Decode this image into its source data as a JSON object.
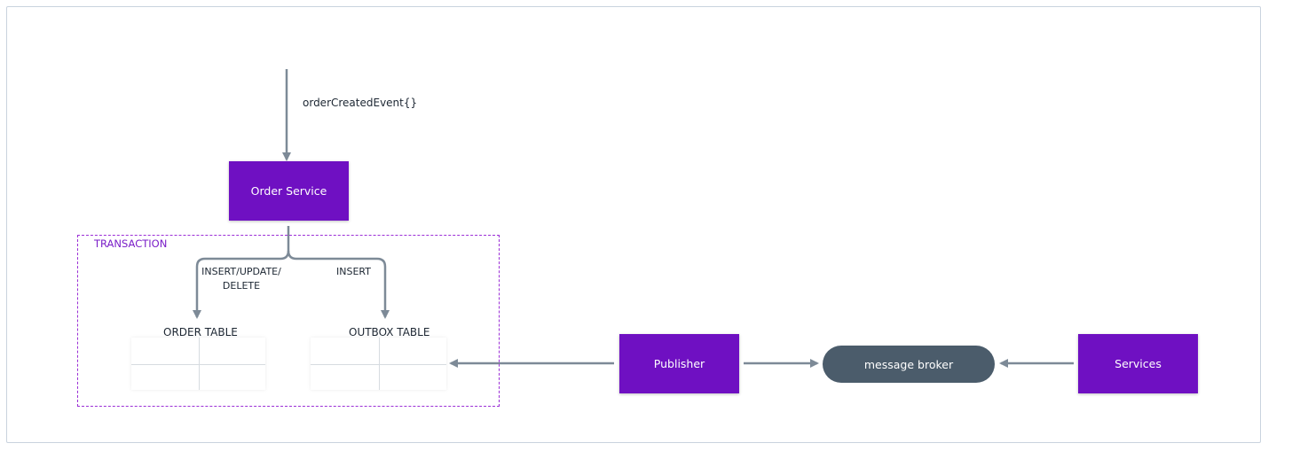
{
  "event_label": "orderCreatedEvent{}",
  "order_service": "Order Service",
  "transaction_label": "TRANSACTION",
  "edge_left_line1": "INSERT/UPDATE/",
  "edge_left_line2": "DELETE",
  "edge_right": "INSERT",
  "order_table": "ORDER TABLE",
  "outbox_table": "OUTBOX TABLE",
  "publisher": "Publisher",
  "message_broker": "message broker",
  "services": "Services",
  "colors": {
    "node_purple": "#6f10c2",
    "broker_slate": "#4b5c6b",
    "arrow_gray": "#7d8a97",
    "transaction_border": "#9b2fd6"
  }
}
